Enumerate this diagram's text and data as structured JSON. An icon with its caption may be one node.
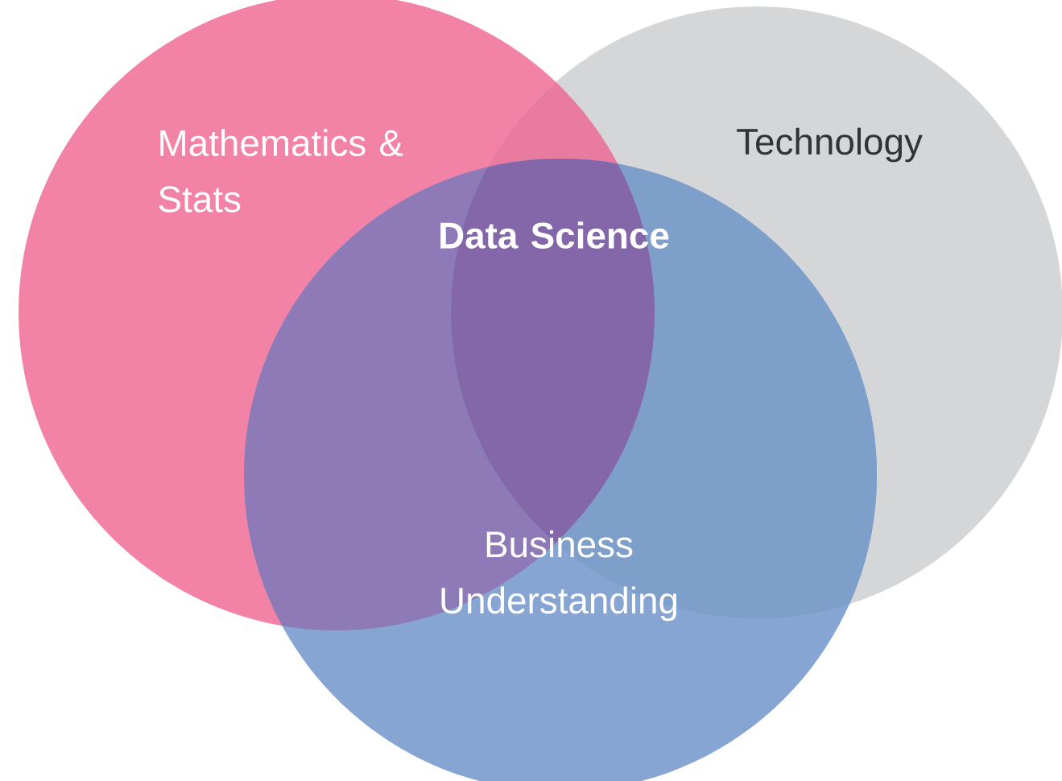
{
  "diagram": {
    "nodes": [
      {
        "text": [
          "Mathematics & Stats"
        ]
      },
      {
        "text": [
          "Technology"
        ]
      },
      {
        "text": [
          "Business Understanding"
        ]
      }
    ],
    "labels": [
      "Data Science"
    ]
  }
}
